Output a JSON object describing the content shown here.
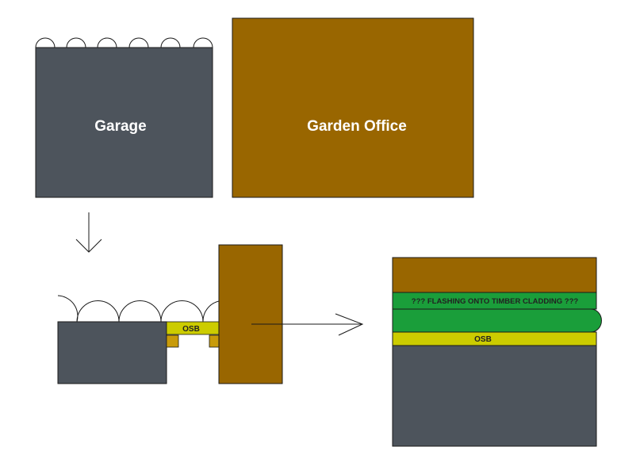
{
  "colors": {
    "garage": "#4d545c",
    "timber": "#996600",
    "osb": "#cccc00",
    "flashing": "#1a9e3a",
    "outline": "#1a1a1a",
    "background": "#ffffff"
  },
  "top": {
    "garage_label": "Garage",
    "office_label": "Garden Office"
  },
  "section": {
    "osb_label": "OSB"
  },
  "detail": {
    "flashing_label": "??? FLASHING ONTO TIMBER CLADDING ???",
    "osb_label": "OSB"
  },
  "icons": {
    "down_arrow": "arrow-down-icon",
    "right_arrow": "arrow-right-icon"
  }
}
